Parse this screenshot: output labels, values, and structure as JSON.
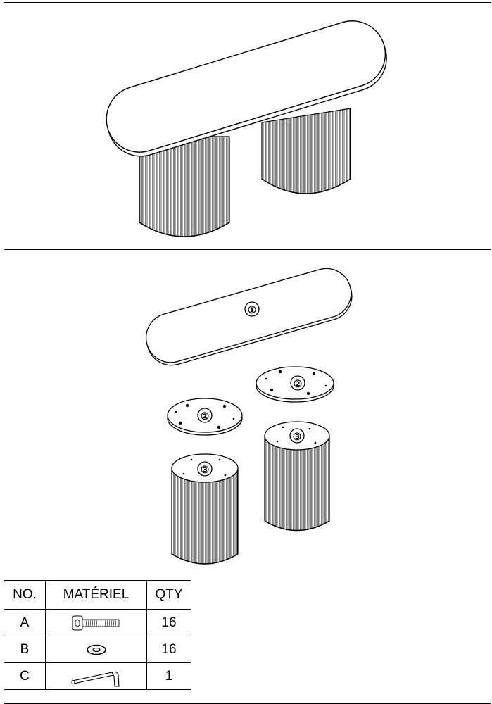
{
  "callouts": {
    "tabletop": "①",
    "plate_left": "②",
    "plate_right": "②",
    "leg_left": "③",
    "leg_right": "③"
  },
  "table": {
    "headers": {
      "no": "NO.",
      "material": "MATÉRIEL",
      "qty": "QTY"
    },
    "rows": [
      {
        "no": "A",
        "icon": "bolt-icon",
        "qty": "16"
      },
      {
        "no": "B",
        "icon": "washer-icon",
        "qty": "16"
      },
      {
        "no": "C",
        "icon": "allen-key-icon",
        "qty": "1"
      }
    ]
  }
}
